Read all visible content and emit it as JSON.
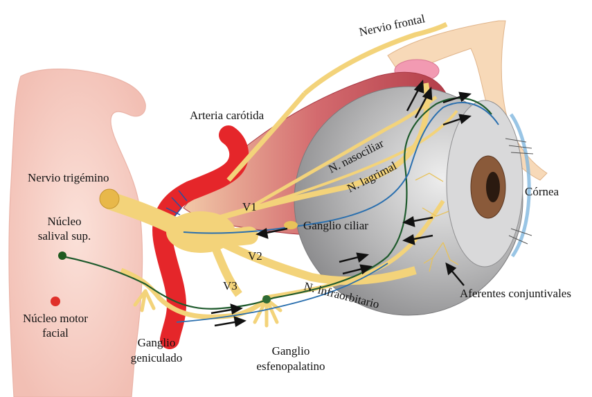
{
  "labels": {
    "nervio_frontal": "Nervio frontal",
    "arteria_carotida": "Arteria carótida",
    "nervio_trigemino": "Nervio trigémino",
    "nucleo_salival_1": "Núcleo",
    "nucleo_salival_2": "salival sup.",
    "nucleo_motor_1": "Núcleo motor",
    "nucleo_motor_2": "facial",
    "n_nasociliar": "N. nasociliar",
    "n_lagrimal": "N. lagrimal",
    "v1": "V1",
    "v2": "V2",
    "v3": "V3",
    "ganglio_ciliar": "Ganglio ciliar",
    "n_infraorbitario": "N. infraorbitario",
    "cornea": "Córnea",
    "aferentes_1": "Aferentes conjuntivales",
    "ganglio_geniculado_1": "Ganglio",
    "ganglio_geniculado_2": "geniculado",
    "ganglio_esfenopalatino_1": "Ganglio",
    "ganglio_esfenopalatino_2": "esfenopalatino"
  },
  "colors": {
    "brainstem": "#f6cfc6",
    "nerve": "#f3d37a",
    "nerve_dark": "#e2b54a",
    "artery": "#e5262a",
    "muscle": "#c8505a",
    "eyeball": "#a9a9aa",
    "iris": "#8a5a3a",
    "parasympathetic": "#1e5a2c",
    "sensory_blue": "#2a6fae",
    "nucleus_salival": "#1f5a1f",
    "nucleus_motor": "#e0302a"
  }
}
